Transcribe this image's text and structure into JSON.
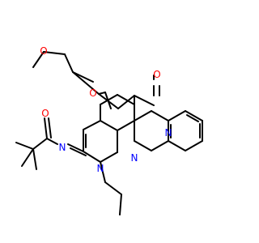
{
  "molecule": {
    "colors": {
      "bond": "#000000",
      "O": "#ff0000",
      "N": "#0000ff",
      "background": "#ffffff"
    },
    "atoms": [
      {
        "id": "o_ester_carbonyl",
        "element": "O",
        "label": "O"
      },
      {
        "id": "o_ester_ether",
        "element": "O",
        "label": "O"
      },
      {
        "id": "o_ring_carbonyl",
        "element": "O",
        "label": "O"
      },
      {
        "id": "o_amide",
        "element": "O",
        "label": "O"
      },
      {
        "id": "n_ring_bridge",
        "element": "N",
        "label": "N"
      },
      {
        "id": "n_ring_pyrimidine",
        "element": "N",
        "label": "N"
      },
      {
        "id": "n_ring_propyl",
        "element": "N",
        "label": "N"
      },
      {
        "id": "n_imine",
        "element": "N",
        "label": "N"
      }
    ]
  }
}
